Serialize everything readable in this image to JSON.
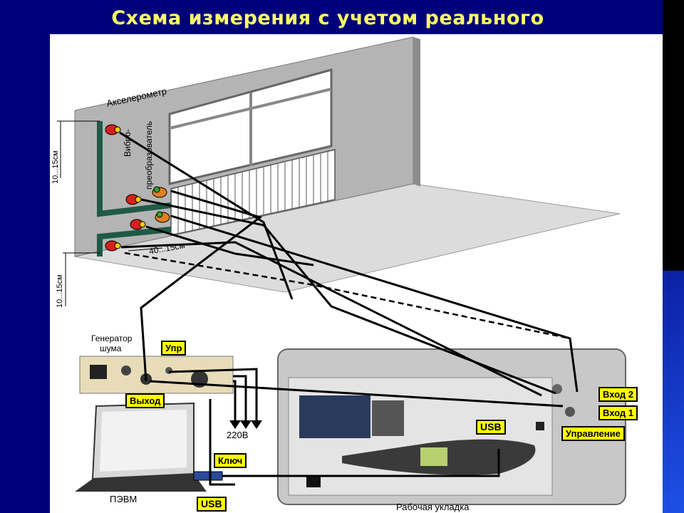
{
  "title": "Схема измерения с учетом реального",
  "labels": {
    "accelerometer": "Акселерометр",
    "vibro_1": "Вибро-",
    "vibro_2": "преобразователь",
    "dim_top": "10...15см",
    "dim_bottom": "10...15см",
    "dim_side": "40...15см",
    "generator_1": "Генератор",
    "generator_2": "шума",
    "upr": "Упр",
    "vykhod": "Выход",
    "v220": "220В",
    "klyuch": "Ключ",
    "pevm": "ПЭВМ",
    "usb_left": "USB",
    "usb_right": "USB",
    "vkhod2": "Вход 2",
    "vkhod1": "Вход 1",
    "upravlenie": "Управление",
    "rabochaya": "Рабочая укладка"
  },
  "colors": {
    "background": "#00007a",
    "title": "#ffff66",
    "label_fill": "#ffff00",
    "wall": "#b4b4b4",
    "floor": "#dcdcdc"
  }
}
